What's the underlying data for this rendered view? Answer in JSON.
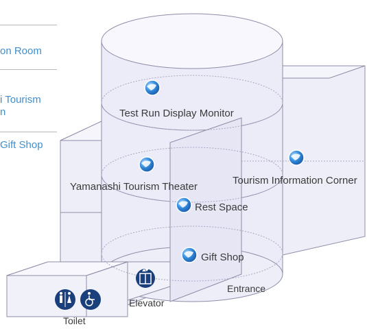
{
  "nav": {
    "items": [
      {
        "label": "on Room"
      },
      {
        "label_line1": "i Tourism",
        "label_line2": "n"
      },
      {
        "label": "Gift Shop"
      }
    ]
  },
  "map": {
    "labels": {
      "test_run": "Test Run Display Monitor",
      "theater": "Yamanashi Tourism Theater",
      "info_corner": "Tourism Information Corner",
      "rest_space": "Rest Space",
      "gift_shop": "Gift Shop",
      "entrance": "Entrance",
      "elevator": "Elevator",
      "toilet": "Toilet"
    },
    "colors": {
      "accent": "#3f8fd0",
      "icon_blue": "#2f87d8",
      "service_icon": "#1b3f7a",
      "building_fill": "#eeeef9",
      "building_stroke": "#8d8da8"
    },
    "icons": [
      "globe-icon",
      "restroom-icon",
      "wheelchair-icon",
      "elevator-icon"
    ]
  }
}
